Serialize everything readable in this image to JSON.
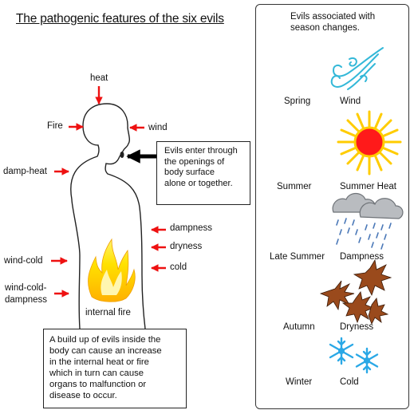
{
  "title": "The pathogenic features of the six evils",
  "body_labels": {
    "heat": "heat",
    "fire": "Fire",
    "wind": "wind",
    "damp_heat": "damp-heat",
    "dampness": "dampness",
    "dryness": "dryness",
    "cold": "cold",
    "wind_cold": "wind-cold",
    "wind_cold_dampness_1": "wind-cold-",
    "wind_cold_dampness_2": "dampness",
    "internal_fire": "internal fire"
  },
  "entry_box": {
    "line1": "Evils enter through",
    "line2": "the openings of",
    "line3": "body surface",
    "line4": "alone or together."
  },
  "buildup_box": {
    "line1": "A build up of evils inside the",
    "line2": "body can cause an increase",
    "line3": "in the internal heat or fire",
    "line4": "which in turn can cause",
    "line5": "organs to malfunction or",
    "line6": "disease to occur."
  },
  "season_panel": {
    "heading1": "Evils associated with",
    "heading2": "season changes.",
    "rows": [
      {
        "season": "Spring",
        "evil": "Wind",
        "icon": "wind-swirl-icon"
      },
      {
        "season": "Summer",
        "evil": "Summer Heat",
        "icon": "sun-icon"
      },
      {
        "season": "Late Summer",
        "evil": "Dampness",
        "icon": "rain-cloud-icon"
      },
      {
        "season": "Autumn",
        "evil": "Dryness",
        "icon": "dry-leaves-icon"
      },
      {
        "season": "Winter",
        "evil": "Cold",
        "icon": "snowflake-icon"
      }
    ]
  },
  "colors": {
    "arrow": "#ee1111",
    "sun": "#ff1a1a",
    "sun_rays": "#ffcc00",
    "wind": "#33b8d8",
    "snow": "#2aa8e6",
    "leaf": "#9a4a1c",
    "flame": "#ffd400"
  }
}
